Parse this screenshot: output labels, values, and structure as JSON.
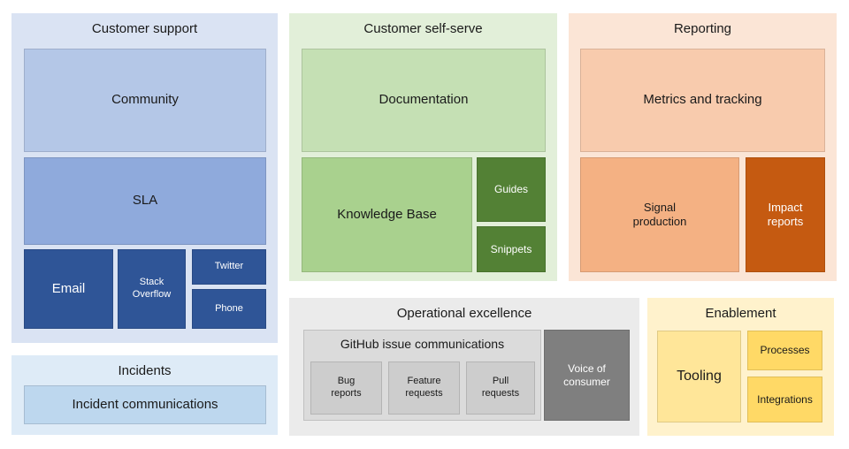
{
  "colors": {
    "customer_support_bg": "#dae3f3",
    "community_bg": "#b4c7e7",
    "sla_bg": "#8faadc",
    "support_channel_bg": "#2f5597",
    "incidents_bg": "#deebf7",
    "incident_communications_bg": "#bdd7ee",
    "customer_self_serve_bg": "#e2efd9",
    "documentation_bg": "#c5e0b4",
    "knowledge_base_bg": "#a9d18e",
    "guides_snippets_bg": "#538135",
    "reporting_bg": "#fbe5d6",
    "metrics_bg": "#f8cbad",
    "signal_production_bg": "#f4b183",
    "impact_reports_bg": "#c55a11",
    "operational_bg": "#ebebeb",
    "github_box_bg": "#dbdbdb",
    "issue_box_bg": "#cdcdcd",
    "voice_of_consumer_bg": "#7f7f7f",
    "enablement_bg": "#fff2cc",
    "tooling_bg": "#ffe699",
    "enablement_item_bg": "#ffd966"
  },
  "customer_support": {
    "title": "Customer support",
    "community": "Community",
    "sla": "SLA",
    "email": "Email",
    "stack_overflow": "Stack\nOverflow",
    "twitter": "Twitter",
    "phone": "Phone"
  },
  "incidents": {
    "title": "Incidents",
    "incident_communications": "Incident communications"
  },
  "customer_self_serve": {
    "title": "Customer self-serve",
    "documentation": "Documentation",
    "knowledge_base": "Knowledge Base",
    "guides": "Guides",
    "snippets": "Snippets"
  },
  "reporting": {
    "title": "Reporting",
    "metrics_and_tracking": "Metrics and tracking",
    "signal_production": "Signal\nproduction",
    "impact_reports": "Impact\nreports"
  },
  "operational_excellence": {
    "title": "Operational excellence",
    "github_issue_communications": "GitHub issue communications",
    "bug_reports": "Bug\nreports",
    "feature_requests": "Feature\nrequests",
    "pull_requests": "Pull\nrequests",
    "voice_of_consumer": "Voice of\nconsumer"
  },
  "enablement": {
    "title": "Enablement",
    "tooling": "Tooling",
    "processes": "Processes",
    "integrations": "Integrations"
  }
}
